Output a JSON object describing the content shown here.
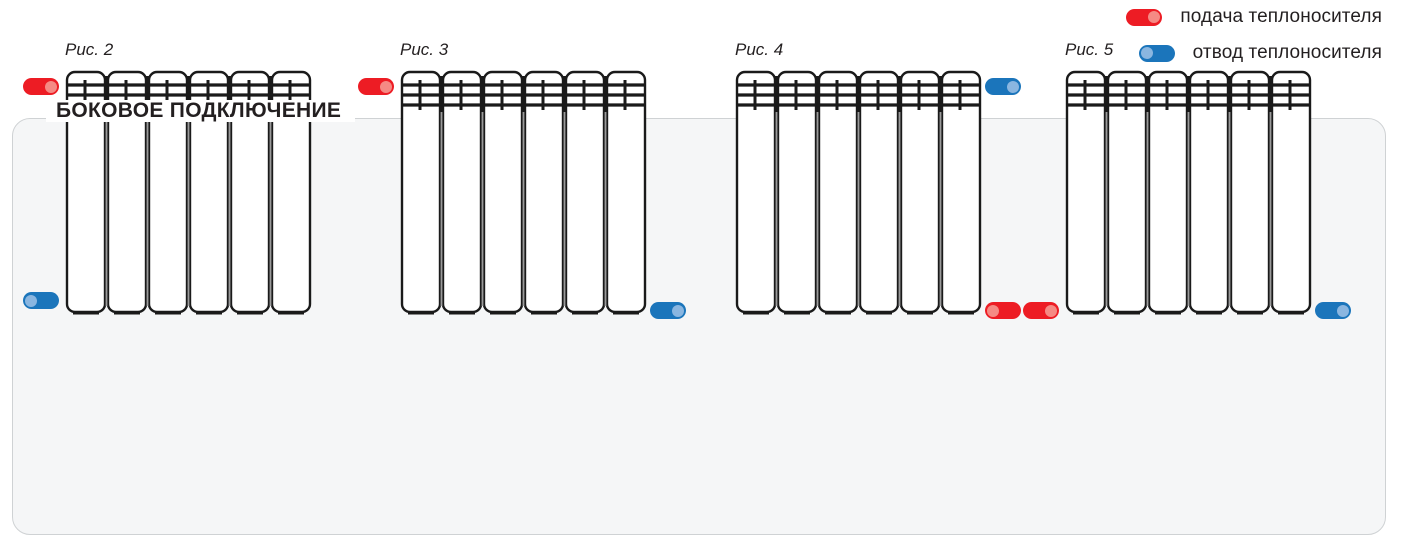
{
  "legend": {
    "items": [
      {
        "icon": "supply-pill-icon",
        "color": "#ed1c24",
        "knob": "right",
        "label": "подача теплоносителя"
      },
      {
        "icon": "return-pill-icon",
        "color": "#1b75bb",
        "knob": "left",
        "label": "отвод теплоносителя"
      }
    ]
  },
  "section": {
    "title": "БОКОВОЕ ПОДКЛЮЧЕНИЕ",
    "panel_bg": "#f5f6f7",
    "panel_border": "#cfd2d4"
  },
  "figures": [
    {
      "caption": "Рис. 2",
      "sections": 6,
      "connections": [
        {
          "position": "top-left",
          "type": "supply",
          "color": "#ed1c24"
        },
        {
          "position": "bottom-left",
          "type": "return",
          "color": "#1b75bb"
        }
      ]
    },
    {
      "caption": "Рис. 3",
      "sections": 6,
      "connections": [
        {
          "position": "top-left",
          "type": "supply",
          "color": "#ed1c24"
        },
        {
          "position": "bottom-right",
          "type": "return",
          "color": "#1b75bb"
        }
      ]
    },
    {
      "caption": "Рис. 4",
      "sections": 6,
      "connections": [
        {
          "position": "top-right",
          "type": "return",
          "color": "#1b75bb"
        },
        {
          "position": "bottom-right",
          "type": "supply",
          "color": "#ed1c24"
        }
      ]
    },
    {
      "caption": "Рис. 5",
      "sections": 6,
      "connections": [
        {
          "position": "bottom-left",
          "type": "supply",
          "color": "#ed1c24"
        },
        {
          "position": "bottom-right",
          "type": "return",
          "color": "#1b75bb"
        }
      ]
    }
  ],
  "colors": {
    "supply": "#ed1c24",
    "supply_knob": "#f58a84",
    "return": "#1b75bb",
    "return_knob": "#8ab6e0",
    "outline": "#1a1a1a",
    "divider": "#9a9a9a",
    "text": "#231f20"
  }
}
